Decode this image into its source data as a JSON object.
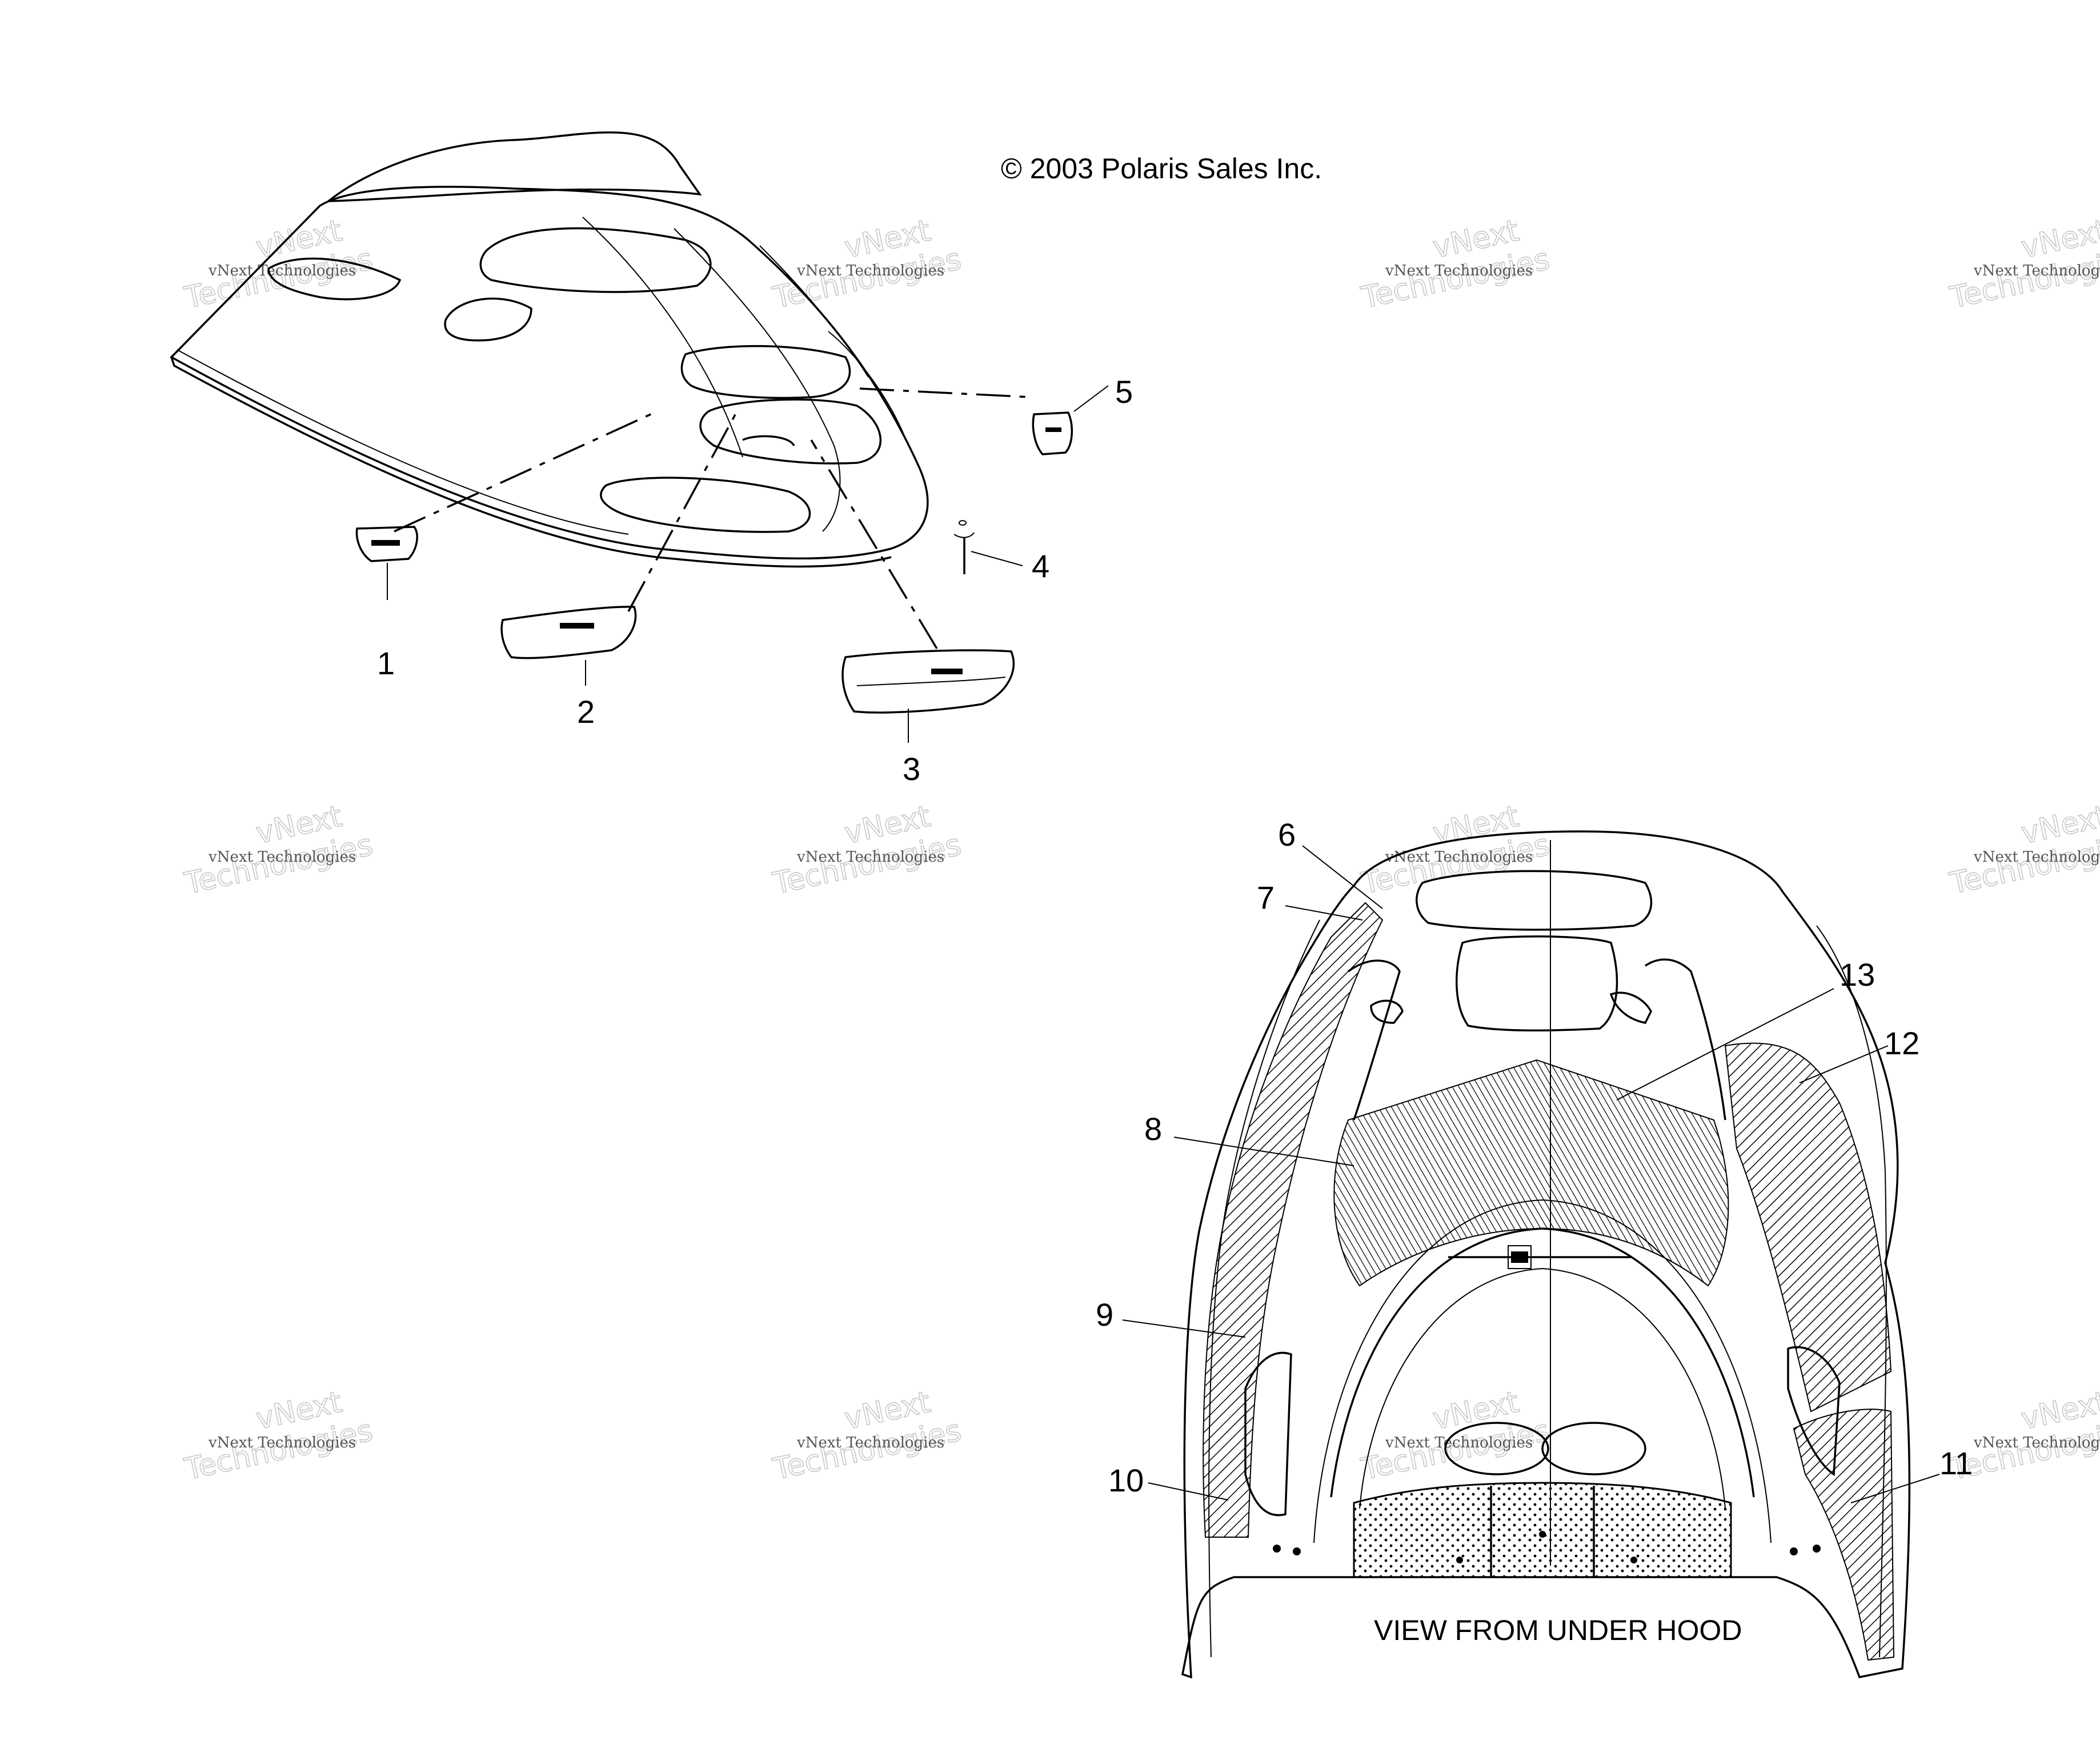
{
  "copyright": "© 2003 Polaris Sales Inc.",
  "view_caption": "VIEW FROM UNDER HOOD",
  "watermark": {
    "small": "vNext Technologies",
    "large_line1": "vNext",
    "large_line2": "Technologies"
  },
  "callouts": [
    "1",
    "2",
    "3",
    "4",
    "5",
    "6",
    "7",
    "8",
    "9",
    "10",
    "11",
    "12",
    "13"
  ],
  "colors": {
    "line": "#000000",
    "background": "#ffffff",
    "watermark": "#c8c8c8"
  }
}
